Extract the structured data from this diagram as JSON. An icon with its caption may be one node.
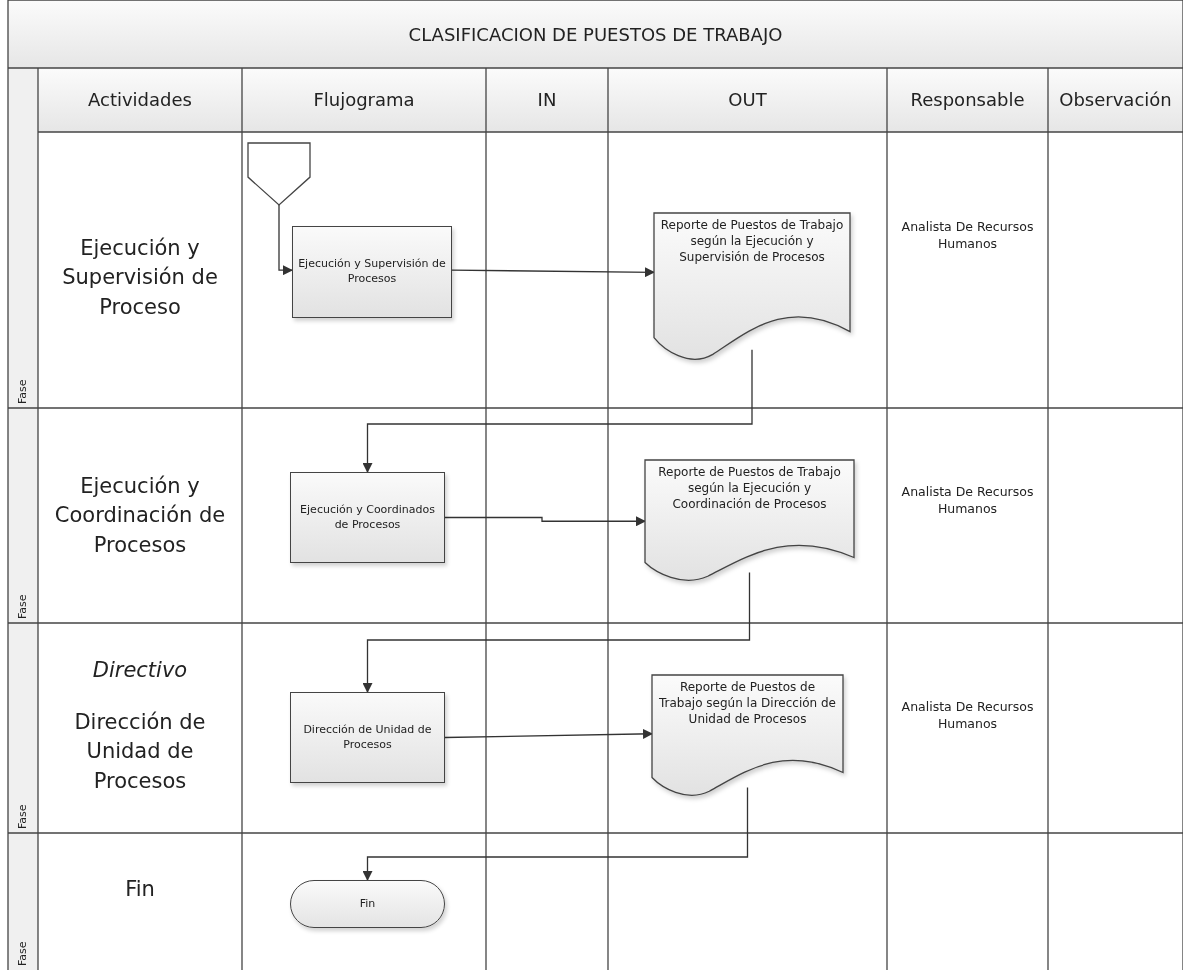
{
  "diagram": {
    "title": "CLASIFICACION DE PUESTOS DE TRABAJO",
    "nodes": [
      {
        "text": [],
        "shape": "pentagon"
      },
      {
        "text": [
          "Ejecución y Supervisión de Procesos"
        ]
      },
      {
        "text": [
          "Reporte de Puestos de Trabajo según la Ejecución y Supervisión de Procesos"
        ]
      },
      {
        "text": [
          "Ejecución y Coordinados de Procesos"
        ]
      },
      {
        "text": [
          "Reporte de Puestos de Trabajo según la Ejecución y Coordinación de Procesos"
        ]
      },
      {
        "text": [
          "Dirección de Unidad de Procesos"
        ]
      },
      {
        "text": [
          "Reporte de Puestos de Trabajo según la Dirección de Unidad de Procesos"
        ]
      },
      {
        "text": [
          "Fin"
        ]
      }
    ],
    "edges": [
      {
        "from": 0,
        "to": 1,
        "arrow": "to"
      },
      {
        "from": 1,
        "to": 2,
        "arrow": "to"
      },
      {
        "from": 2,
        "to": 3,
        "arrow": "to"
      },
      {
        "from": 3,
        "to": 4,
        "arrow": "to"
      },
      {
        "from": 4,
        "to": 5,
        "arrow": "to"
      },
      {
        "from": 5,
        "to": 6,
        "arrow": "to"
      },
      {
        "from": 6,
        "to": 7,
        "arrow": "to"
      }
    ],
    "labels": [
      "Actividades",
      "Flujograma",
      "IN",
      "OUT",
      "Responsable",
      "Observación",
      "Ejecución y Supervisión de Proceso",
      "Analista De Recursos Humanos",
      "Fase",
      "Ejecución y Coordinación de Procesos",
      "Analista De Recursos Humanos",
      "Fase",
      "Directivo",
      "Dirección de Unidad de Procesos",
      "Analista De Recursos Humanos",
      "Fase",
      "Fin",
      "Fase"
    ]
  }
}
